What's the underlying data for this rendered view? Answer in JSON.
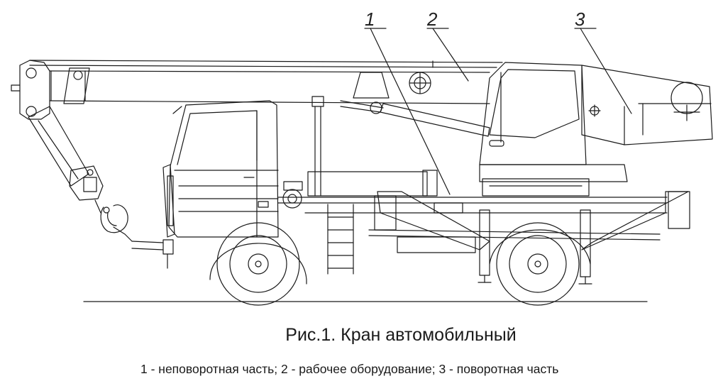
{
  "callouts": [
    {
      "id": 1,
      "text": "1",
      "meaning": "неповоротная часть"
    },
    {
      "id": 2,
      "text": "2",
      "meaning": "рабочее оборудование"
    },
    {
      "id": 3,
      "text": "3",
      "meaning": "поворотная часть"
    }
  ],
  "caption": {
    "title": "Рис.1. Кран автомобильный",
    "legend": "1 - неповоротная часть; 2 - рабочее оборудование; 3 - поворотная часть"
  },
  "colors": {
    "line": "#1a1a1a",
    "background": "#ffffff"
  }
}
